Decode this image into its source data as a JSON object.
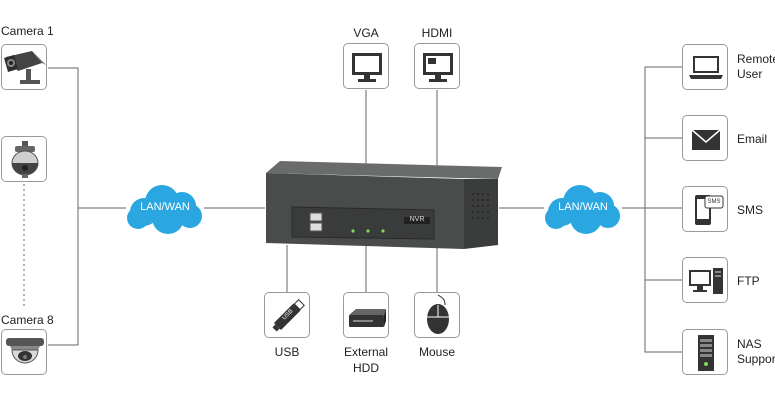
{
  "cameras": {
    "camera_1_label": "Camera 1",
    "camera_8_label": "Camera 8"
  },
  "clouds": {
    "left_label": "LAN/WAN",
    "right_label": "LAN/WAN"
  },
  "outputs": {
    "vga_label": "VGA",
    "hdmi_label": "HDMI"
  },
  "peripherals": {
    "usb_label": "USB",
    "hdd_label_line1": "External",
    "hdd_label_line2": "HDD",
    "mouse_label": "Mouse"
  },
  "usb_stick_text": "USB",
  "device_logo": "NVR",
  "remote": {
    "remote_user_line1": "Remote",
    "remote_user_line2": "User",
    "email_label": "Email",
    "sms_label": "SMS",
    "sms_bubble": "SMS",
    "ftp_label": "FTP",
    "nas_line1": "NAS",
    "nas_line2": "Support"
  },
  "colors": {
    "cloud": "#2aa7e0",
    "line": "#666666",
    "device": "#4a4c4c",
    "icon": "#333333",
    "led": "#7ed957"
  }
}
